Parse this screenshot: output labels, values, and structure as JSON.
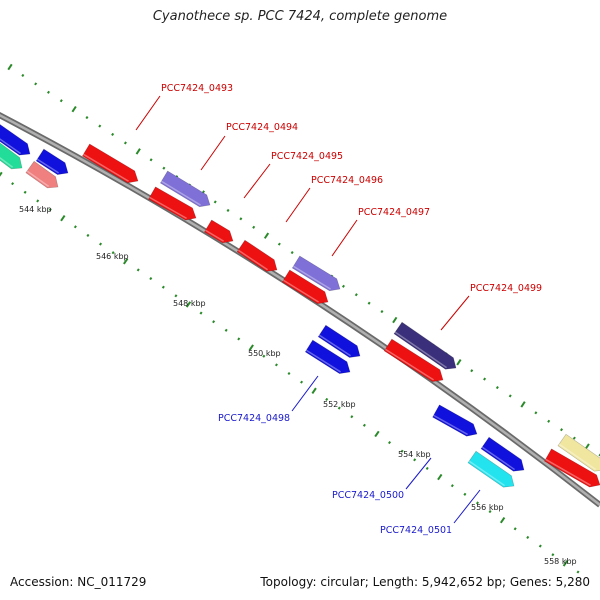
{
  "title": "Cyanothece sp. PCC 7424, complete genome",
  "footer": {
    "accession": "Accession: NC_011729",
    "stats": "Topology: circular; Length: 5,942,652 bp; Genes: 5,280"
  },
  "ticks": [
    "544 kbp",
    "546 kbp",
    "548 kbp",
    "550 kbp",
    "552 kbp",
    "554 kbp",
    "556 kbp",
    "558 kbp"
  ],
  "genes_forward": [
    "PCC7424_0493",
    "PCC7424_0494",
    "PCC7424_0495",
    "PCC7424_0496",
    "PCC7424_0497",
    "PCC7424_0499"
  ],
  "genes_reverse": [
    "PCC7424_0498",
    "PCC7424_0500",
    "PCC7424_0501"
  ],
  "colors": {
    "backbone": "#8a8a8a",
    "tick": "#2a8a2a",
    "forward_label": "#cc0000",
    "reverse_label": "#1a1acc",
    "red": "#ee1111",
    "blue": "#1111dd",
    "lavender": "#7f70d8",
    "navy": "#3a2f7a",
    "cyan": "#22e3ee",
    "green": "#22dd99",
    "salmon": "#f08080",
    "yellow": "#f0e6a0"
  }
}
